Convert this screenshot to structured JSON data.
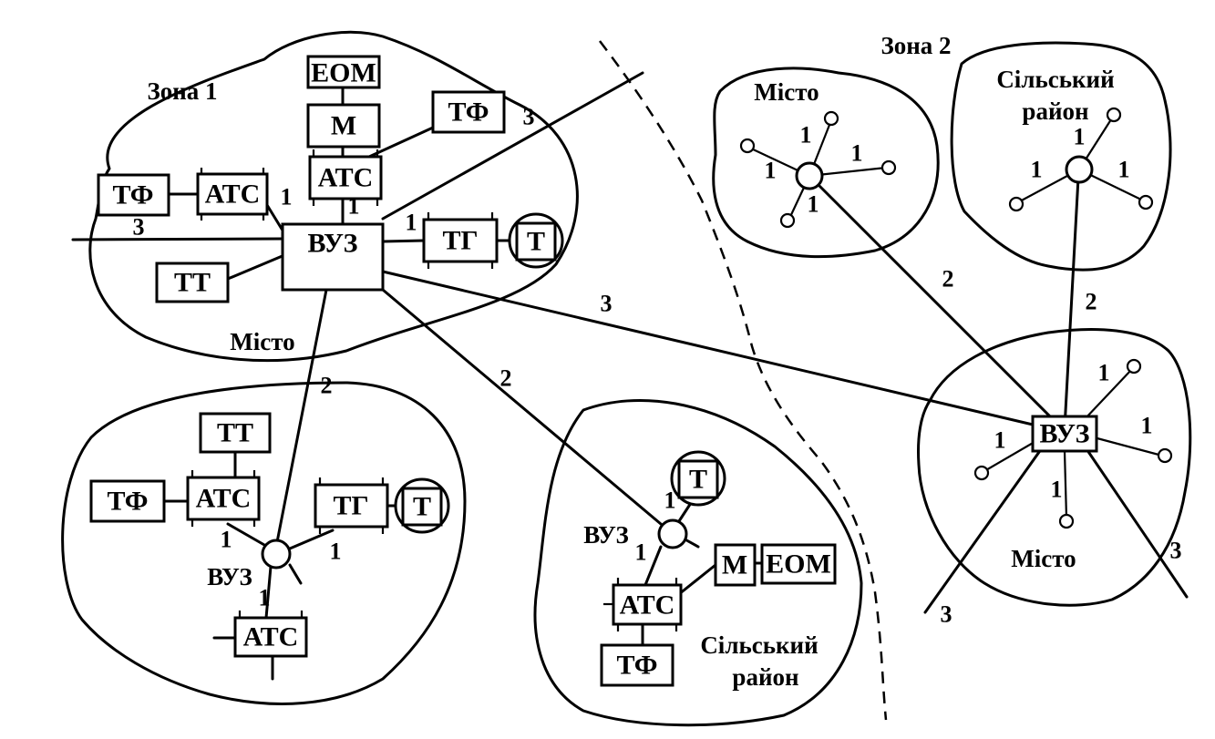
{
  "zones": {
    "zone1": "Зона 1",
    "zone2": "Зона 2"
  },
  "areas": {
    "city": "Місто",
    "rural_line1": "Сільський",
    "rural_line2": "район"
  },
  "blocks": {
    "eom": "ЕОМ",
    "modem": "М",
    "ats": "АТС",
    "tf": "ТФ",
    "vuz": "ВУЗ",
    "tg": "ТГ",
    "t": "Т",
    "tt": "ТТ"
  },
  "line_numbers": {
    "one": "1",
    "two": "2",
    "three": "3"
  }
}
